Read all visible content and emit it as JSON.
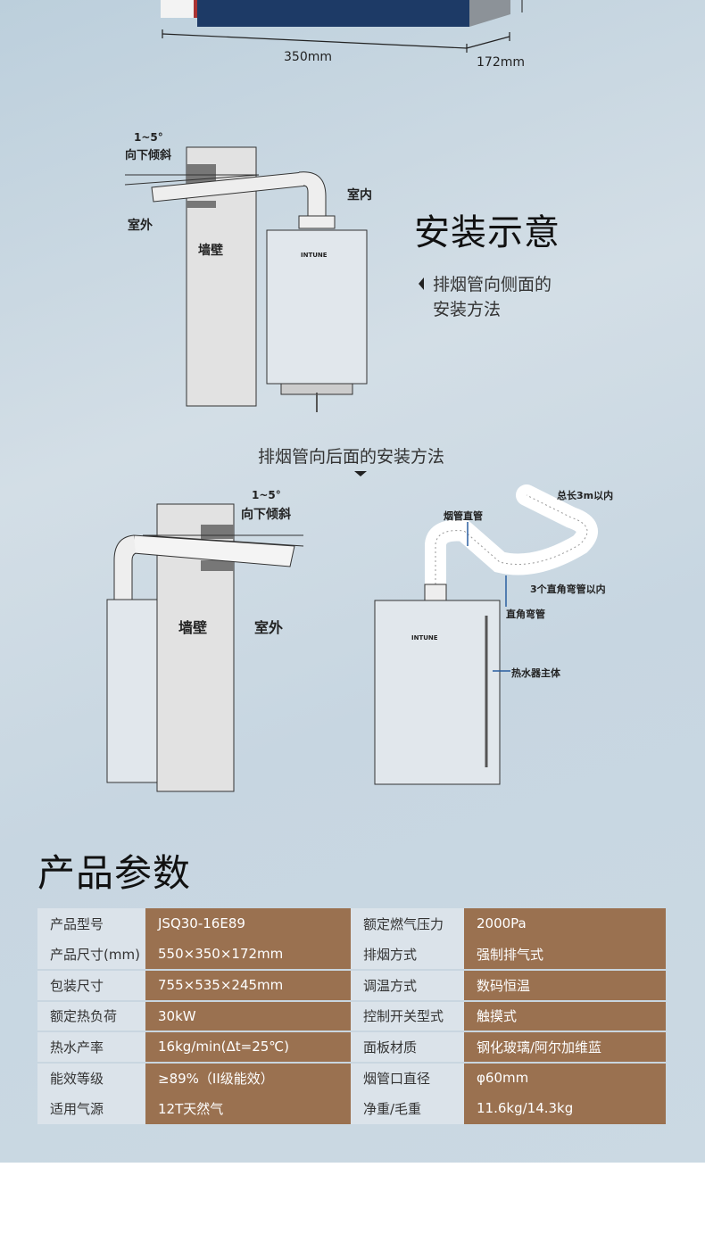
{
  "dimensions": {
    "width_label": "350mm",
    "depth_label": "172mm"
  },
  "side_install": {
    "title": "安装示意",
    "description": "排烟管向侧面的安装方法",
    "labels": {
      "angle": "1~5°",
      "tilt": "向下倾斜",
      "indoor": "室内",
      "outdoor": "室外",
      "wall": "墙壁",
      "brand": "INTUNE"
    }
  },
  "back_install": {
    "title": "排烟管向后面的安装方法",
    "labels": {
      "angle": "1~5°",
      "tilt": "向下倾斜",
      "wall": "墙壁",
      "outdoor": "室外",
      "brand": "INTUNE"
    }
  },
  "pipe_diagram": {
    "labels": {
      "total_length": "总长3m以内",
      "straight_pipe": "烟管直管",
      "elbow_limit": "3个直角弯管以内",
      "elbow": "直角弯管",
      "body": "热水器主体",
      "brand": "INTUNE"
    }
  },
  "specs": {
    "title": "产品参数",
    "rows": [
      {
        "k1": "产品型号",
        "v1": "JSQ30-16E89",
        "k2": "额定燃气压力",
        "v2": "2000Pa"
      },
      {
        "k1": "产品尺寸(mm)",
        "v1": "550×350×172mm",
        "k2": "排烟方式",
        "v2": "强制排气式"
      },
      {
        "k1": "包装尺寸",
        "v1": "755×535×245mm",
        "k2": "调温方式",
        "v2": "数码恒温"
      },
      {
        "k1": "额定热负荷",
        "v1": "30kW",
        "k2": "控制开关型式",
        "v2": "触摸式"
      },
      {
        "k1": "热水产率",
        "v1": "16kg/min(Δt=25℃)",
        "k2": "面板材质",
        "v2": "钢化玻璃/阿尔加维蓝"
      },
      {
        "k1": "能效等级",
        "v1": "≥89%（II级能效）",
        "k2": "烟管口直径",
        "v2": "φ60mm"
      },
      {
        "k1": "适用气源",
        "v1": "12T天然气",
        "k2": "净重/毛重",
        "v2": "11.6kg/14.3kg"
      }
    ]
  },
  "colors": {
    "table_brown": "#9a7150",
    "heater_blue": "#1d3a66"
  }
}
